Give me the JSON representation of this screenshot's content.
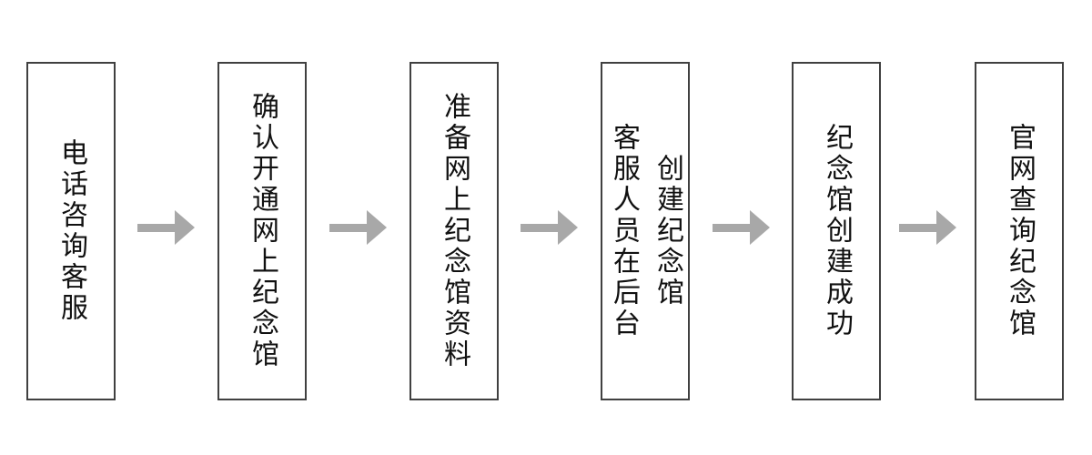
{
  "flowchart": {
    "description": "online-memorial-hall-creation-process",
    "steps": [
      {
        "text": "电话咨询客服"
      },
      {
        "text": "确认开通网上纪念馆"
      },
      {
        "text": "准备网上纪念馆资料"
      },
      {
        "text": "客服人员在后台\n创建纪念馆"
      },
      {
        "text": "纪念馆创建成功"
      },
      {
        "text": "官网查询纪念馆"
      }
    ],
    "colors": {
      "background": "#ffffff",
      "box_border": "#404040",
      "box_fill": "#ffffff",
      "text": "#111111",
      "arrow": "#a8a8a8"
    }
  }
}
